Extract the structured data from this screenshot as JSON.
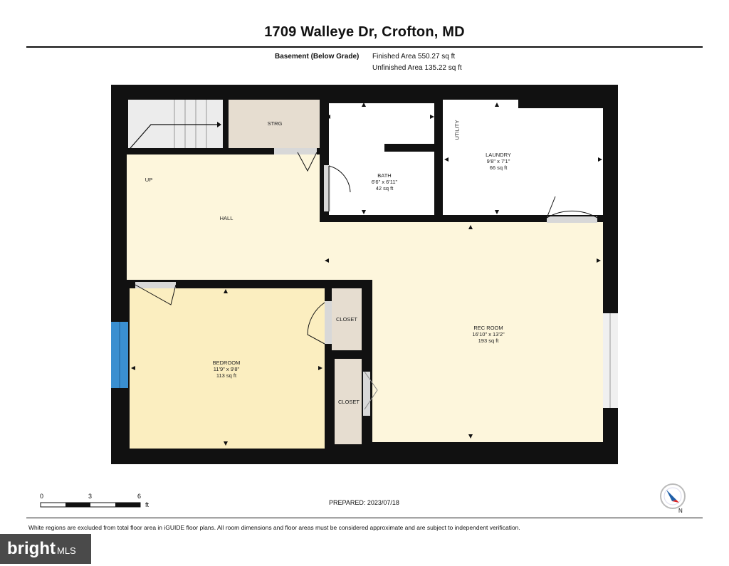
{
  "header": {
    "address": "1709 Walleye Dr, Crofton, MD"
  },
  "level": {
    "name": "Basement (Below Grade)",
    "finished_area": "Finished Area 550.27 sq ft",
    "unfinished_area": "Unfinished Area 135.22 sq ft"
  },
  "rooms": {
    "strg": {
      "name": "STRG"
    },
    "up": {
      "name": "UP"
    },
    "hall": {
      "name": "HALL"
    },
    "bath": {
      "name": "BATH",
      "dims": "6'6\" x 6'11\"",
      "area": "42 sq ft"
    },
    "utility": {
      "name": "UTILITY"
    },
    "laundry": {
      "name": "LAUNDRY",
      "dims": "9'8\" x 7'1\"",
      "area": "66 sq ft"
    },
    "bedroom": {
      "name": "BEDROOM",
      "dims": "11'9\" x 9'8\"",
      "area": "113 sq ft"
    },
    "closet1": {
      "name": "CLOSET"
    },
    "closet2": {
      "name": "CLOSET"
    },
    "rec_room": {
      "name": "REC ROOM",
      "dims": "16'10\" x 13'2\"",
      "area": "193 sq ft"
    }
  },
  "scale_bar": {
    "ticks": [
      "0",
      "3",
      "6"
    ],
    "unit": "ft"
  },
  "prepared": "PREPARED: 2023/07/18",
  "compass": {
    "label": "N"
  },
  "disclaimer": "White regions are excluded from total floor area in iGUIDE floor plans. All room dimensions and floor areas must be considered approximate and are subject to independent verification.",
  "branding": {
    "name": "bright",
    "suffix": "MLS"
  },
  "colors": {
    "wall": "#111111",
    "hall": "#fdf6dc",
    "bedroom": "#fbeec0",
    "storage": "#e6ddd0",
    "window": "#3a8fd0",
    "door": "#d8d8d8"
  }
}
